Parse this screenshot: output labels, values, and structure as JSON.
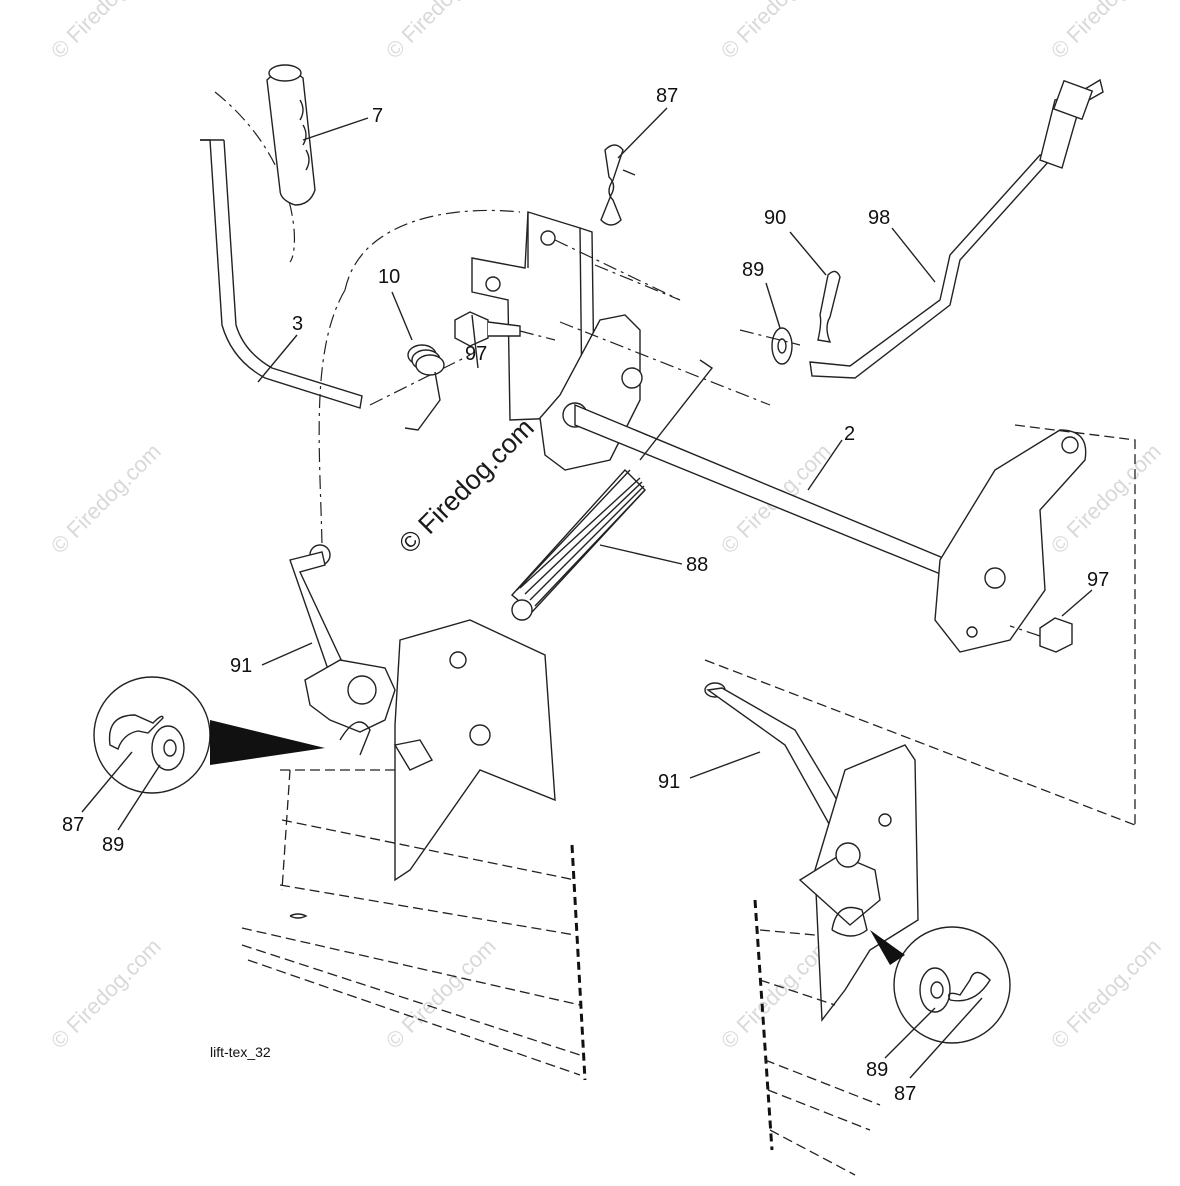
{
  "figure_id": "lift-tex_32",
  "watermark": {
    "main": "© Firedog.com",
    "tile": "© Firedog.com"
  },
  "callouts": [
    {
      "id": "c7",
      "label": "7"
    },
    {
      "id": "c87-top",
      "label": "87"
    },
    {
      "id": "c90",
      "label": "90"
    },
    {
      "id": "c98",
      "label": "98"
    },
    {
      "id": "c89-top",
      "label": "89"
    },
    {
      "id": "c10",
      "label": "10"
    },
    {
      "id": "c3",
      "label": "3"
    },
    {
      "id": "c97-left",
      "label": "97"
    },
    {
      "id": "c2",
      "label": "2"
    },
    {
      "id": "c88",
      "label": "88"
    },
    {
      "id": "c97-right",
      "label": "97"
    },
    {
      "id": "c91-left",
      "label": "91"
    },
    {
      "id": "c87-left",
      "label": "87"
    },
    {
      "id": "c89-left",
      "label": "89"
    },
    {
      "id": "c91-right",
      "label": "91"
    },
    {
      "id": "c89-right",
      "label": "89"
    },
    {
      "id": "c87-right",
      "label": "87"
    }
  ]
}
